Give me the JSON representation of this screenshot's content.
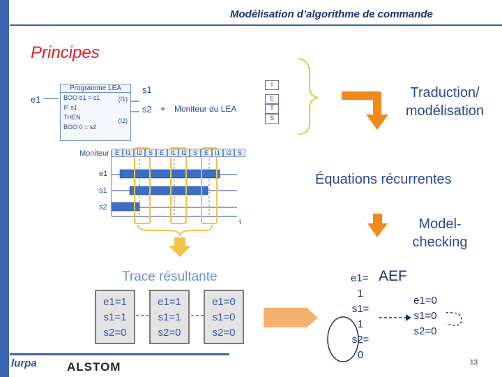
{
  "header": {
    "title": "Modélisation d’algorithme de commande"
  },
  "slide": {
    "title": "Principes",
    "page_number": "13"
  },
  "labels": {
    "traduction": "Traduction/ modélisation",
    "equations": "Équations récurrentes",
    "model_checking": "Model-checking",
    "trace_title": "Trace résultante",
    "aef": "AEF",
    "aef_prefix": "e1="
  },
  "program_figure": {
    "e1": "e1",
    "box_title": "Programme LEA",
    "lines": [
      "BOO e1 = s1",
      "IF s1",
      "THEN",
      "BOO 0 = s2"
    ],
    "tags": [
      "(I1)",
      "(I2)"
    ],
    "s1": "s1",
    "s2": "s2",
    "plus": "+",
    "moniteur": "Moniteur du LEA",
    "cycle_letters": [
      "I",
      "E",
      "T",
      "S"
    ]
  },
  "timing": {
    "moniteur_label": "Moniteur",
    "phases": [
      "E",
      "I1",
      "I2",
      "S",
      "E",
      "I1",
      "I2",
      "S",
      "E",
      "I1",
      "I2",
      "S"
    ],
    "signals": [
      "e1",
      "s1",
      "s2"
    ],
    "time_label": "t"
  },
  "trace": [
    {
      "e1": "e1=1",
      "s1": "s1=1",
      "s2": "s2=0"
    },
    {
      "e1": "e1=1",
      "s1": "s1=1",
      "s2": "s2=0"
    },
    {
      "e1": "e1=0",
      "s1": "s1=0",
      "s2": "s2=0"
    }
  ],
  "aef": {
    "state1": [
      "1",
      "s1=",
      "1",
      "s2=",
      "0"
    ],
    "state2": [
      "e1=0",
      "s1=0",
      "s2=0"
    ]
  },
  "logos": {
    "lurpa": "lurpa",
    "alstom": "ALSTOM"
  },
  "colors": {
    "accent_blue": "#3a64b0",
    "title_red": "#e6181f",
    "arrow_orange": "#f08a1c",
    "bracket_yellow": "#f2c24a"
  }
}
